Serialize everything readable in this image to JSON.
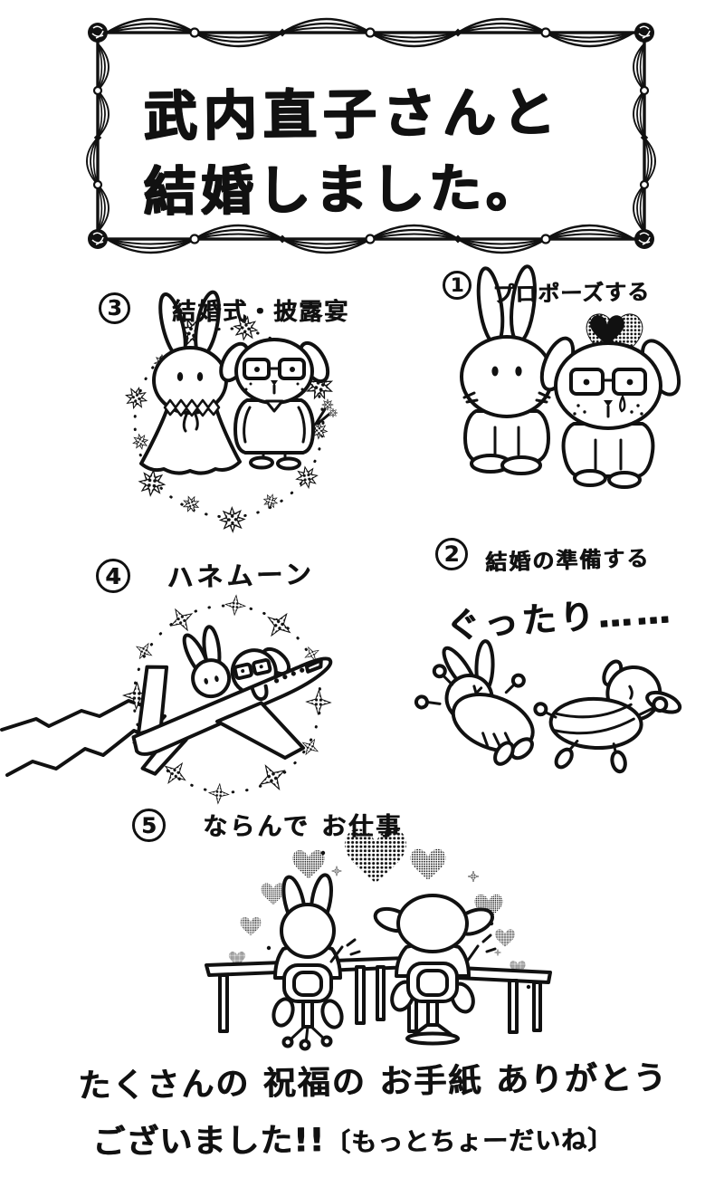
{
  "colors": {
    "ink": "#111111",
    "paper": "#ffffff"
  },
  "title_box": {
    "line1": "武内直子さんと",
    "line2": "結婚しました。"
  },
  "panels": {
    "proposal": {
      "number": "1",
      "label": "プロポーズする"
    },
    "preparation": {
      "number": "2",
      "label": "結婚の準備する",
      "caption": "ぐったり……"
    },
    "ceremony": {
      "number": "3",
      "label": "結婚式・披露宴"
    },
    "honeymoon": {
      "number": "4",
      "label": "ハネムーン"
    },
    "teamwork": {
      "number": "5",
      "label": "ならんで お仕事"
    }
  },
  "footer": {
    "line1": "たくさんの 祝福の お手紙 ありがとう",
    "line2_main": "ございました!!",
    "line2_note": "〔もっとちょーだいね〕"
  },
  "icons": {
    "frame": "garland-border-frame",
    "proposal_art": [
      "bunny-icon",
      "dog-with-glasses-icon",
      "halftone-heart-icon"
    ],
    "preparation_art": [
      "collapsed-bunny-icon",
      "collapsed-dog-icon"
    ],
    "ceremony_art": [
      "bride-bunny-icon",
      "groom-dog-icon",
      "flower-ring-icon"
    ],
    "honeymoon_art": [
      "jet-airplane-icon",
      "star-ring-icon",
      "contrail-icon"
    ],
    "teamwork_art": [
      "bunny-at-desk-icon",
      "dog-at-desk-icon",
      "hearts-arc-icon",
      "desks-icon"
    ]
  }
}
